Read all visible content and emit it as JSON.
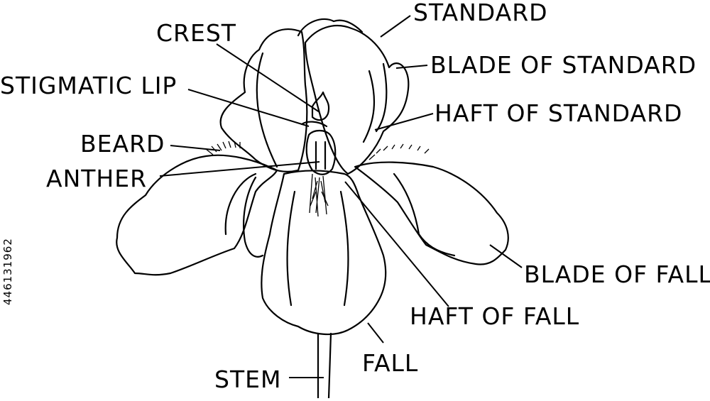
{
  "labels": {
    "standard": "STANDARD",
    "crest": "CREST",
    "blade_of_standard": "BLADE OF STANDARD",
    "stigmatic_lip": "STIGMATIC LIP",
    "haft_of_standard": "HAFT OF STANDARD",
    "beard": "BEARD",
    "anther": "ANTHER",
    "blade_of_fall": "BLADE OF FALL",
    "haft_of_fall": "HAFT OF FALL",
    "fall": "FALL",
    "stem": "STEM"
  },
  "stock_id": "446131962",
  "colors": {
    "line": "#000000",
    "background": "#ffffff"
  }
}
